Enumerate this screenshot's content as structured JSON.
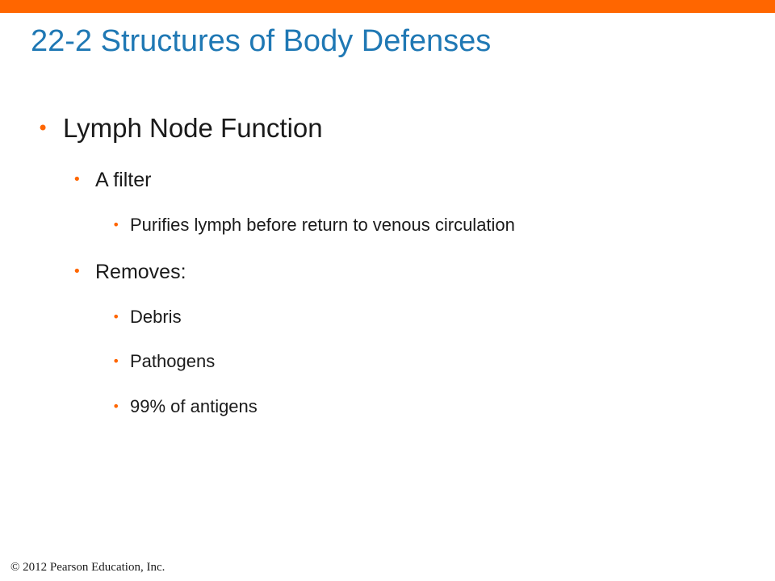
{
  "slide": {
    "title": "22-2 Structures of Body Defenses",
    "bullets": {
      "b0": "Lymph Node Function",
      "b1": "A filter",
      "b2": "Purifies lymph before return to venous circulation",
      "b3": "Removes:",
      "b4": "Debris",
      "b5": "Pathogens",
      "b6": "99% of antigens"
    },
    "footer": "© 2012 Pearson Education, Inc.",
    "colors": {
      "accent_bar": "#ff6600",
      "title": "#1f78b4",
      "bullet_marker": "#ff6600",
      "body_text": "#1a1a1a"
    },
    "bullet_marker_glyph": "•"
  }
}
